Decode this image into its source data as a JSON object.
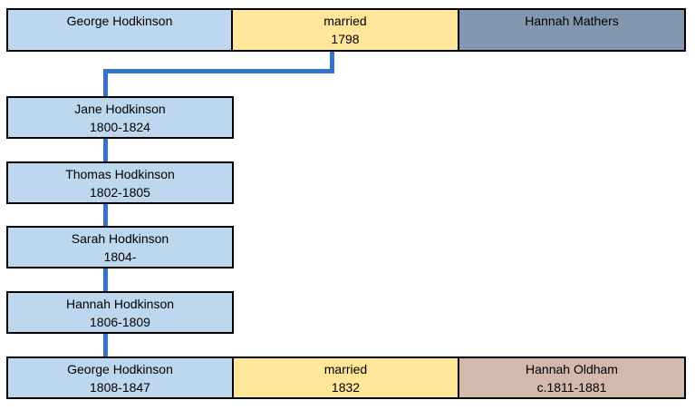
{
  "colors": {
    "canvas_bg": "#ffffff",
    "person_fill": "#BDD7EE",
    "marriage_fill": "#FFE699",
    "spouse_top_fill": "#8497B0",
    "spouse_bottom_fill": "#D3B8AC",
    "connector": "#3274C8",
    "border": "#000000",
    "text": "#000000"
  },
  "top_row": {
    "father": {
      "name": "George Hodkinson",
      "dates": ""
    },
    "marriage": {
      "label": "married",
      "year": "1798"
    },
    "mother": {
      "name": "Hannah Mathers",
      "dates": ""
    }
  },
  "children": [
    {
      "name": "Jane Hodkinson",
      "dates": "1800-1824"
    },
    {
      "name": "Thomas Hodkinson",
      "dates": "1802-1805"
    },
    {
      "name": "Sarah Hodkinson",
      "dates": "1804-"
    },
    {
      "name": "Hannah Hodkinson",
      "dates": "1806-1809"
    }
  ],
  "bottom_row": {
    "child": {
      "name": "George Hodkinson",
      "dates": "1808-1847"
    },
    "marriage": {
      "label": "married",
      "year": "1832"
    },
    "spouse": {
      "name": "Hannah Oldham",
      "dates": "c.1811-1881"
    }
  }
}
